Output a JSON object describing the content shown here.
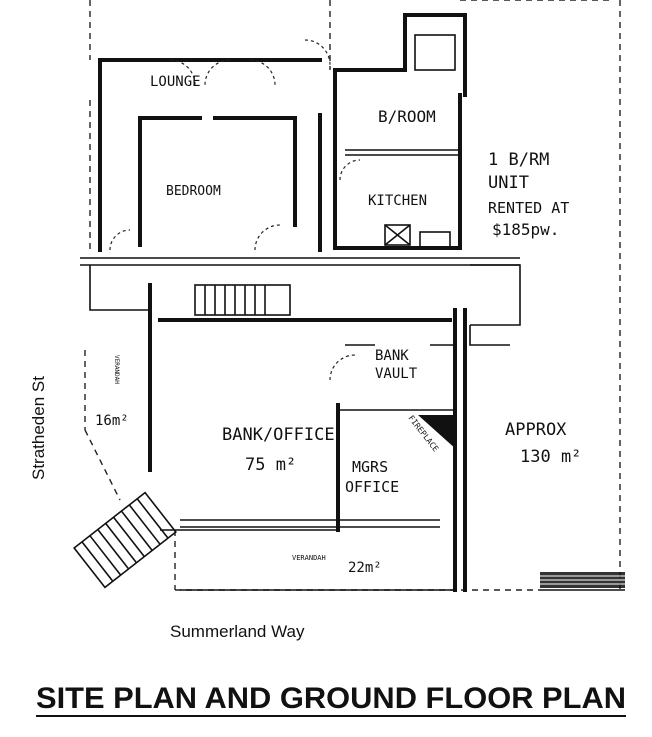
{
  "rooms": {
    "lounge": "LOUNGE",
    "bedroom": "BEDROOM",
    "bathroom": "B/ROOM",
    "kitchen": "KITCHEN",
    "unit_line1": "1 B/RM",
    "unit_line2": "UNIT",
    "unit_line3": "RENTED AT",
    "unit_line4": "$185pw.",
    "bank_vault_line1": "BANK",
    "bank_vault_line2": "VAULT",
    "bank_office": "BANK/OFFICE",
    "bank_office_area": "75 m²",
    "mgrs_office_line1": "MGRS",
    "mgrs_office_line2": "OFFICE",
    "fireplace": "FIREPLACE",
    "approx_line1": "APPROX",
    "approx_line2": "130 m²",
    "verandah_left": "VERANDAH",
    "verandah_left_area": "16m²",
    "verandah_bottom": "VERANDAH",
    "verandah_bottom_area": "22m²"
  },
  "streets": {
    "side": "Stratheden St",
    "front": "Summerland Way"
  },
  "title": "SITE PLAN AND GROUND FLOOR PLAN"
}
